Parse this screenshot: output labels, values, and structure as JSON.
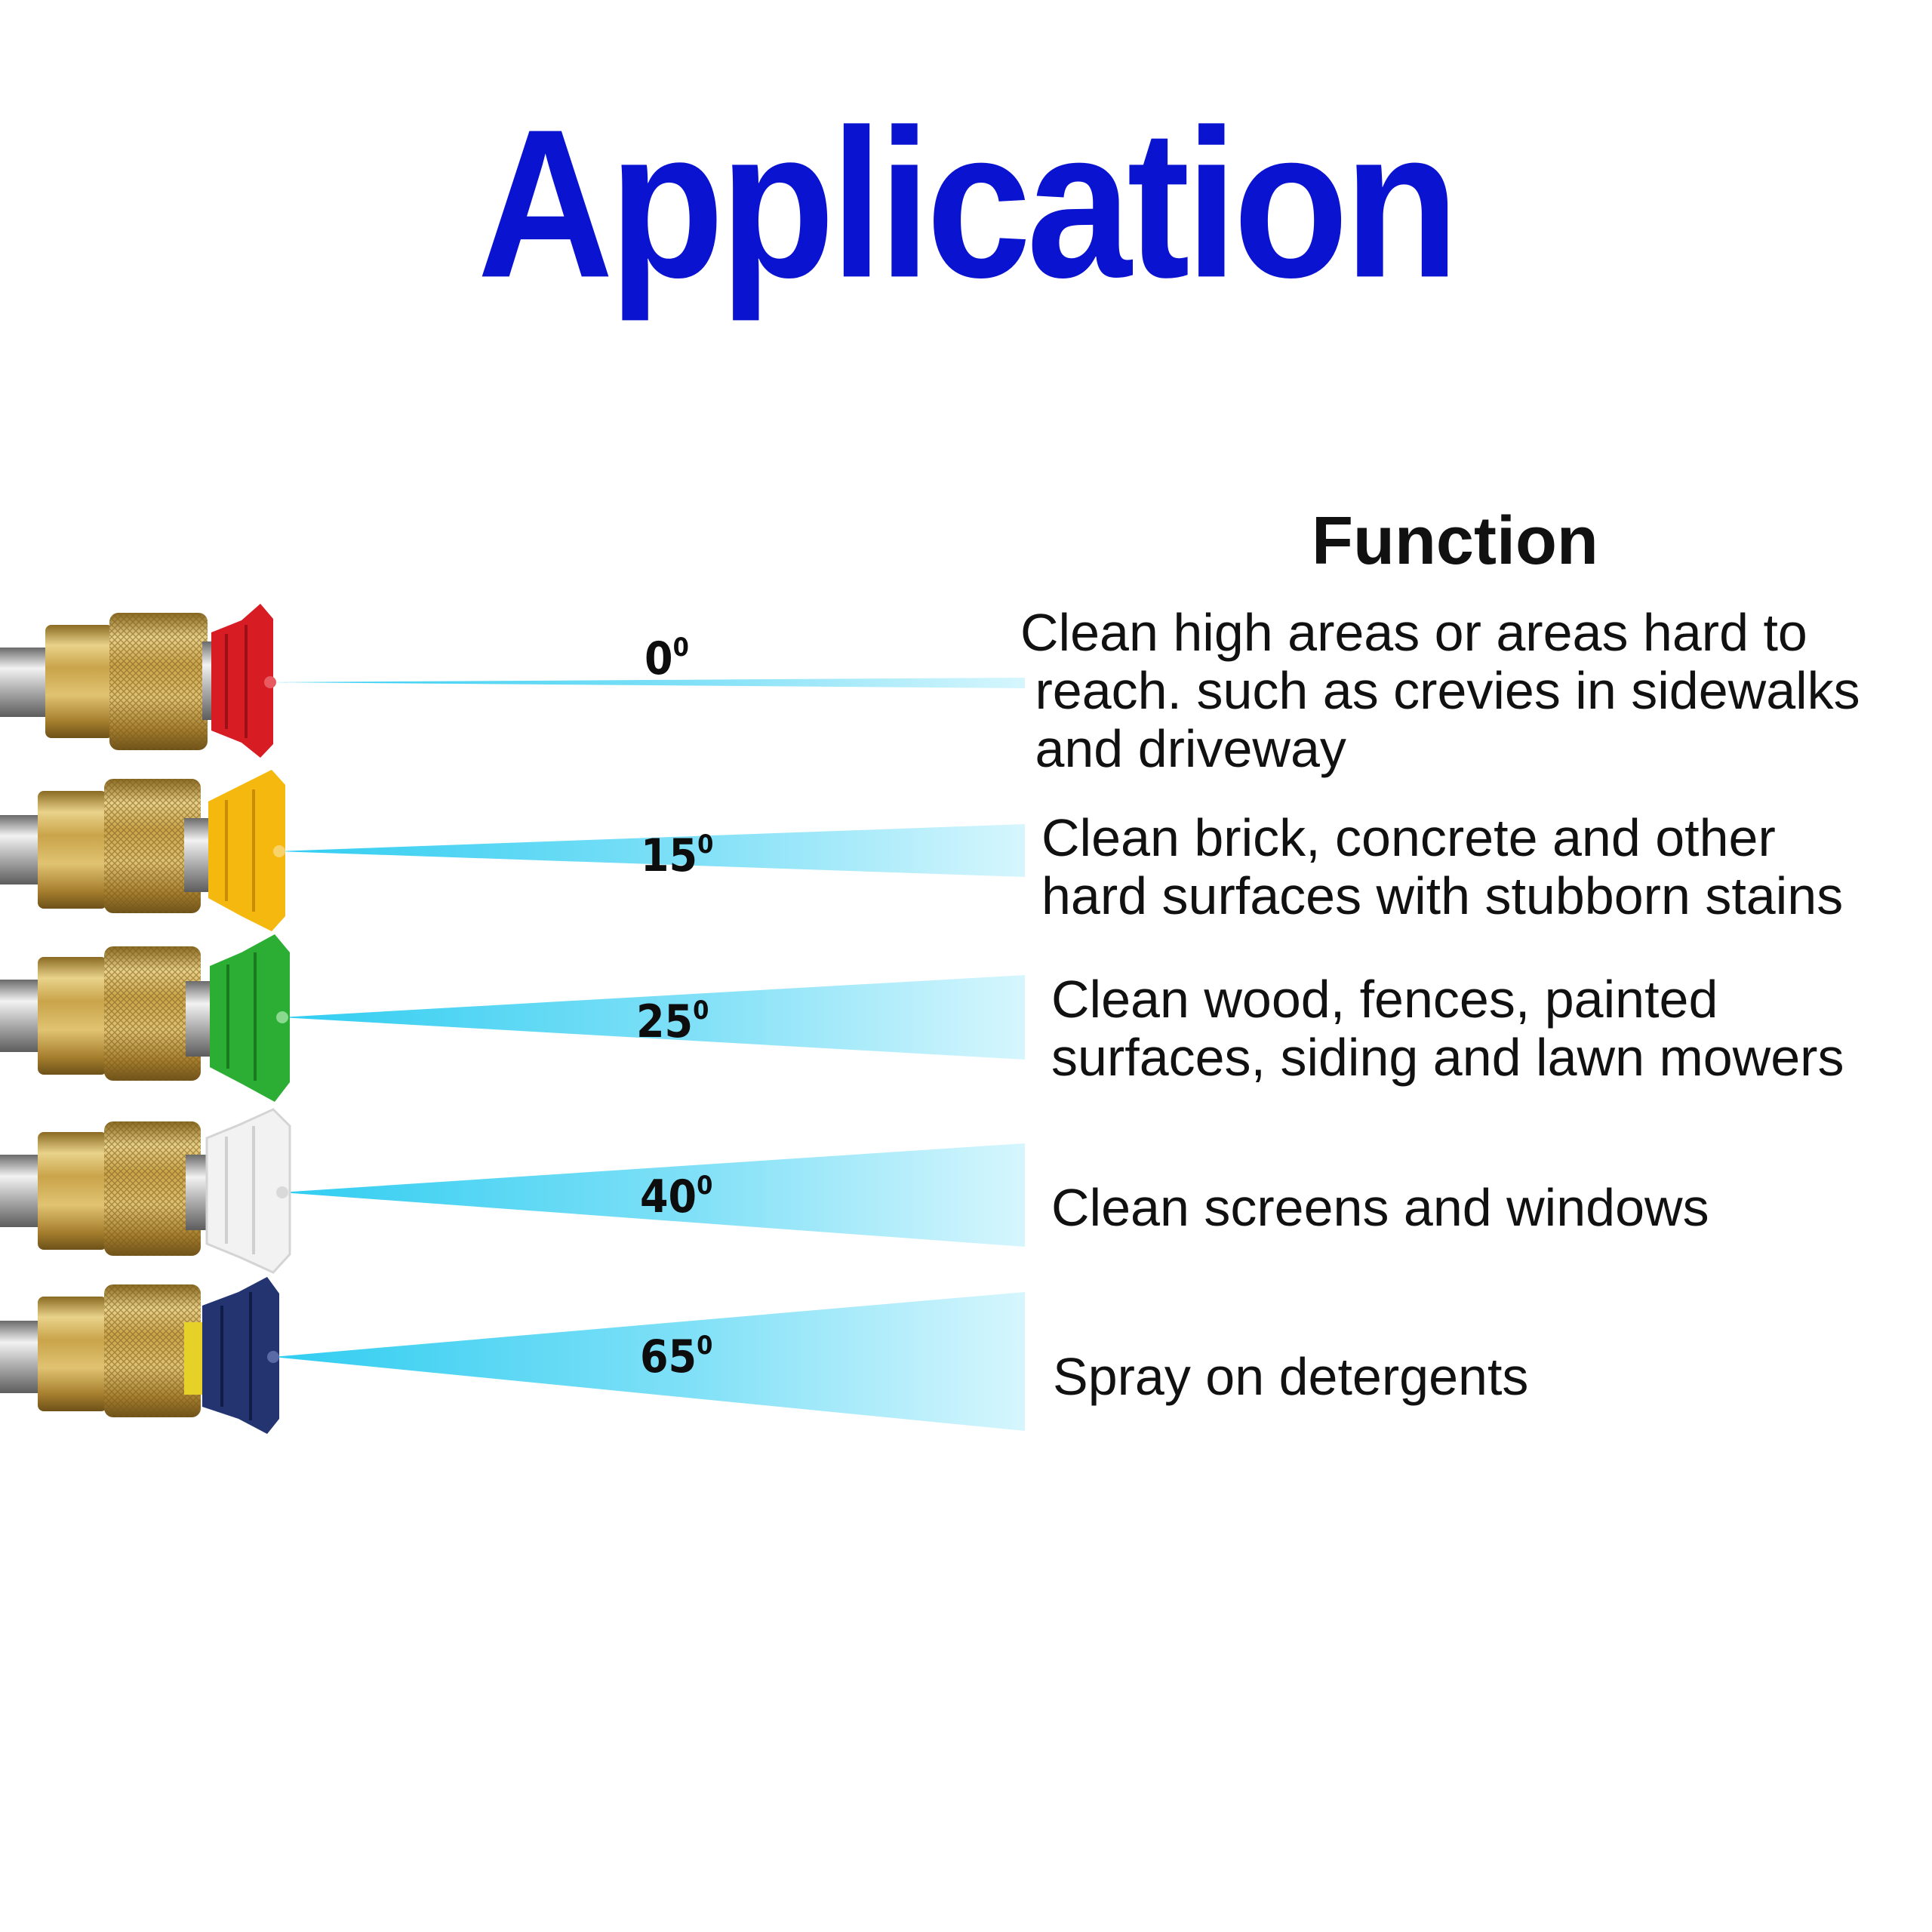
{
  "title": "Application",
  "function_heading": "Function",
  "nozzles": [
    {
      "angle": "0",
      "degree_mark": "0",
      "tip_color": "#d81c24",
      "icon": "red-nozzle-tip-icon",
      "description": "Clean high areas or areas hard to\n reach. such as crevies in sidewalks\n and driveway"
    },
    {
      "angle": "15",
      "degree_mark": "0",
      "tip_color": "#f5b80e",
      "icon": "yellow-nozzle-tip-icon",
      "description": "Clean brick, concrete and other\nhard surfaces with stubborn stains"
    },
    {
      "angle": "25",
      "degree_mark": "0",
      "tip_color": "#2cae34",
      "icon": "green-nozzle-tip-icon",
      "description": "Clean wood, fences, painted\nsurfaces, siding and lawn mowers"
    },
    {
      "angle": "40",
      "degree_mark": "0",
      "tip_color": "#f2f2f2",
      "icon": "white-nozzle-tip-icon",
      "description": "Clean screens and windows"
    },
    {
      "angle": "65",
      "degree_mark": "0",
      "tip_color": "#233470",
      "icon": "blue-nozzle-tip-icon",
      "description": "Spray on detergents"
    }
  ],
  "colors": {
    "title": "#0a14d0",
    "spray": "#43d2f3",
    "brass": "#c9a44a"
  }
}
